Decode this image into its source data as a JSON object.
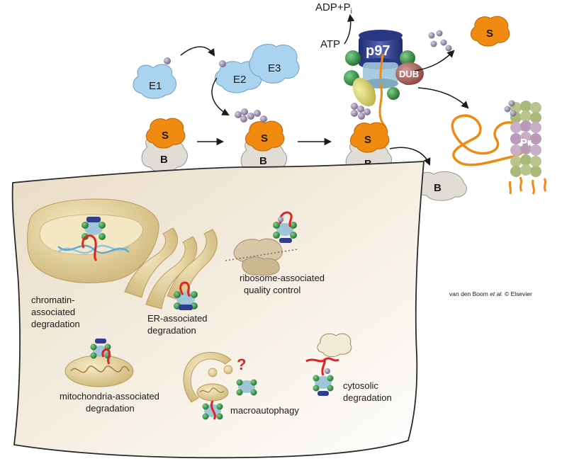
{
  "labels": {
    "adp": "ADP+P",
    "adp_sub": "i",
    "atp": "ATP",
    "p97": "p97",
    "dub": "DUB",
    "e1": "E1",
    "e2": "E2",
    "e3": "E3",
    "substrate": "S",
    "binding_partner": "B",
    "proteasome": "Pr",
    "chromatin_line1": "chromatin-",
    "chromatin_line2": "associated",
    "chromatin_line3": "degradation",
    "er_line1": "ER-associated",
    "er_line2": "degradation",
    "ribosome_line1": "ribosome-associated",
    "ribosome_line2": "quality control",
    "mito_line1": "mitochondria-associated",
    "mito_line2": "degradation",
    "macro": "macroautophagy",
    "question": "?",
    "cytosolic_line1": "cytosolic",
    "cytosolic_line2": "degradation",
    "credit_a": "van den Boom ",
    "credit_b": "et al.",
    "credit_c": " © Elsevier"
  },
  "colors": {
    "e_enzymes": "#a9d3ee",
    "substrate": "#f08a10",
    "binding_partner": "#e0ddd6",
    "p97_hexamer": "#2f3e8f",
    "p97_green": "#2e8b3e",
    "dub": "#b46a66",
    "ubiquitin": "#9b8fb0",
    "unfolded_chain": "#f08a10",
    "cell_fill": "#f4ece0",
    "organelle": "#e6d3a3",
    "dna": "#8cc7e8",
    "red_substrate": "#e12323",
    "proteasome_outer": "#b9c58d",
    "proteasome_inner": "#c9aec9"
  }
}
